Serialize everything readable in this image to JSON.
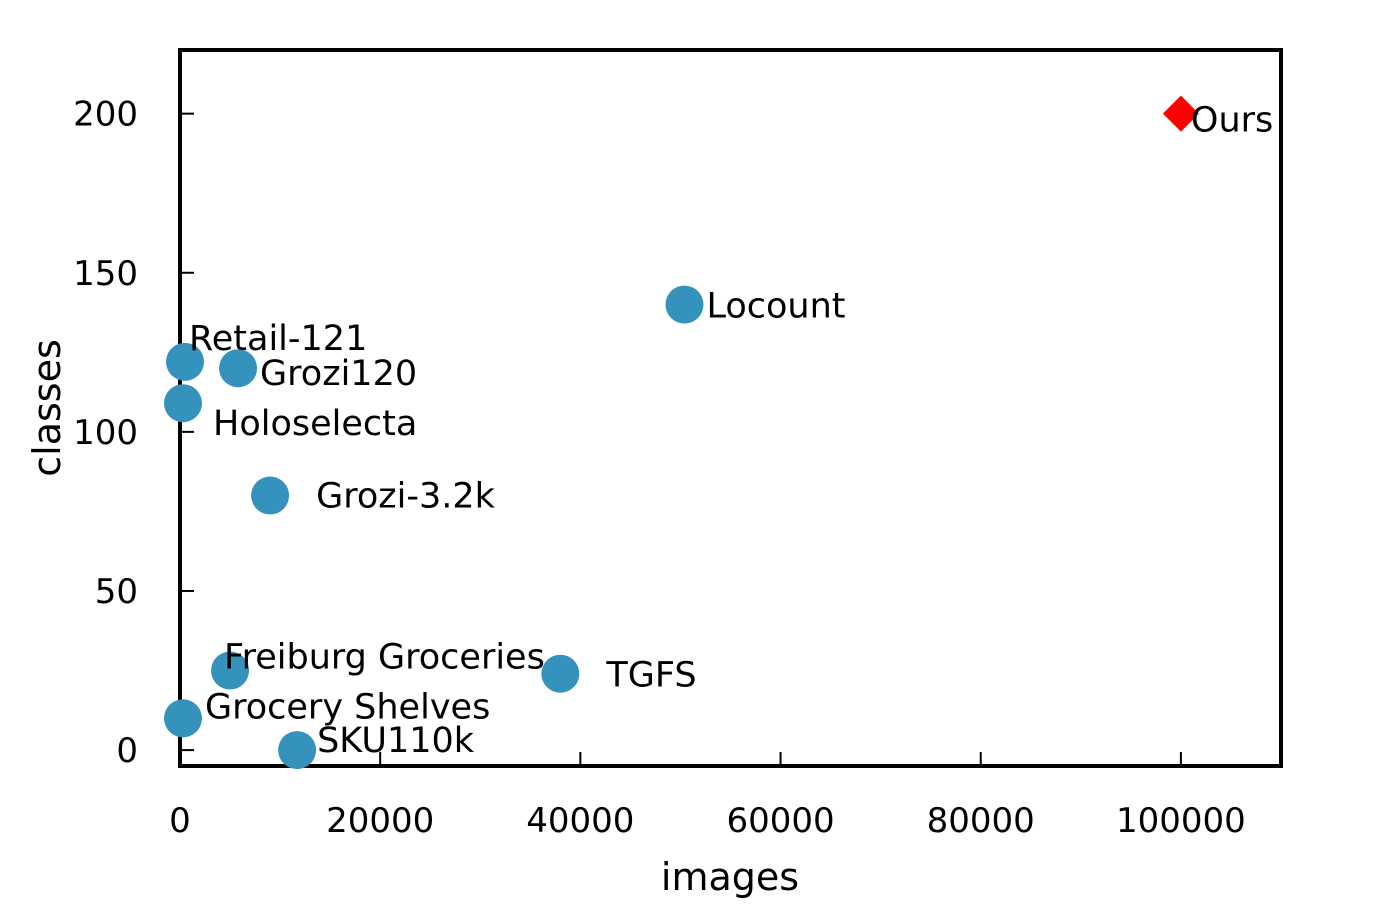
{
  "chart_data": {
    "type": "scatter",
    "title": "",
    "xlabel": "images",
    "ylabel": "classes",
    "xlim": [
      0,
      110000
    ],
    "ylim": [
      -5,
      220
    ],
    "xticks": [
      0,
      20000,
      40000,
      60000,
      80000,
      100000
    ],
    "yticks": [
      0,
      50,
      100,
      150,
      200
    ],
    "xtick_labels": [
      "0",
      "20000",
      "40000",
      "60000",
      "80000",
      "100000"
    ],
    "ytick_labels": [
      "0",
      "50",
      "100",
      "150",
      "200"
    ],
    "grid": false,
    "legend": "none",
    "colors": {
      "existing": "#3592bc",
      "ours": "#ff0000"
    },
    "points": [
      {
        "label": "Retail-121",
        "x": 500,
        "y": 122,
        "marker": "circle"
      },
      {
        "label": "Grozi120",
        "x": 5800,
        "y": 120,
        "marker": "circle"
      },
      {
        "label": "Holoselecta",
        "x": 300,
        "y": 109,
        "marker": "circle"
      },
      {
        "label": "Grozi-3.2k",
        "x": 9000,
        "y": 80,
        "marker": "circle"
      },
      {
        "label": "Locount",
        "x": 50400,
        "y": 140,
        "marker": "circle"
      },
      {
        "label": "Freiburg Groceries",
        "x": 5000,
        "y": 25,
        "marker": "circle"
      },
      {
        "label": "TGFS",
        "x": 38000,
        "y": 24,
        "marker": "circle"
      },
      {
        "label": "Grocery Shelves",
        "x": 300,
        "y": 10,
        "marker": "circle"
      },
      {
        "label": "SKU110k",
        "x": 11700,
        "y": 0,
        "marker": "circle"
      },
      {
        "label": "Ours",
        "x": 100000,
        "y": 200,
        "marker": "diamond"
      }
    ]
  }
}
